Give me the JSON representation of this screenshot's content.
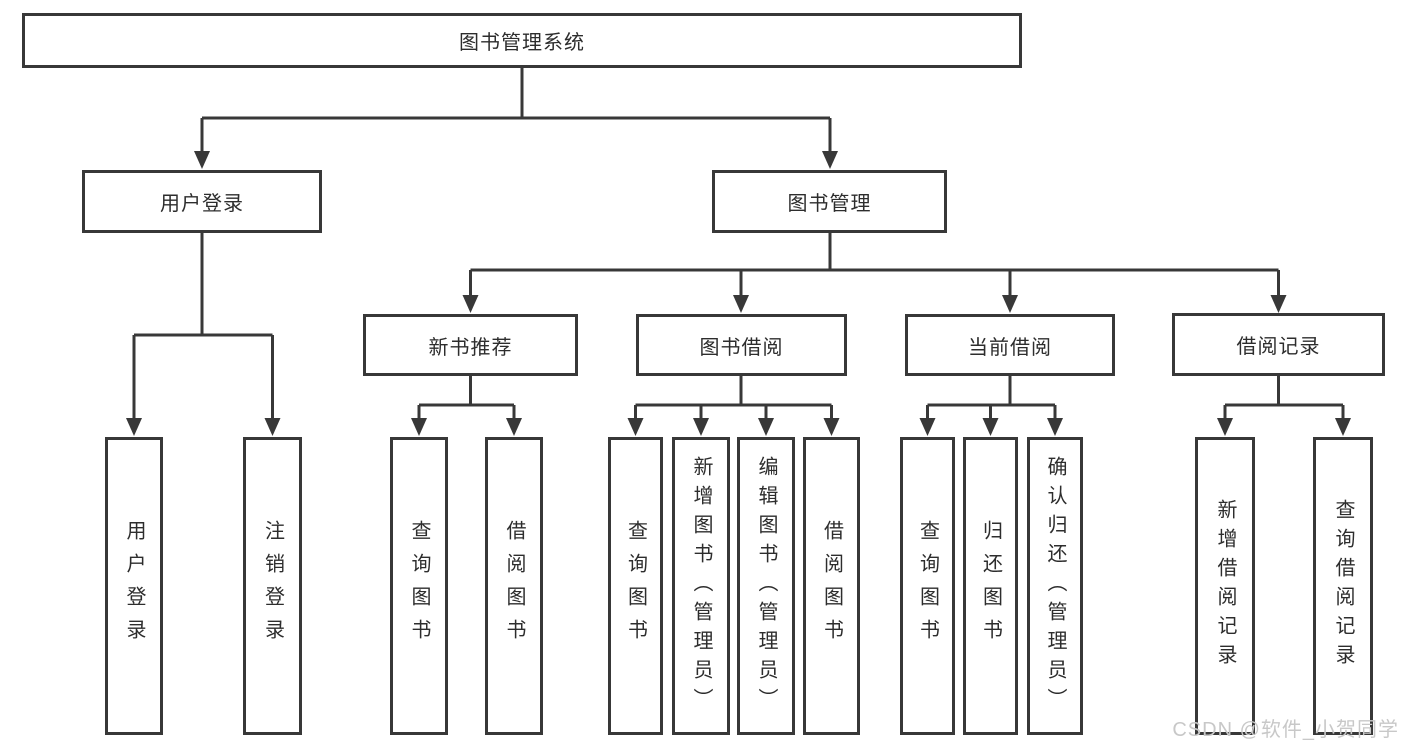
{
  "title": "图书管理系统",
  "colors": {
    "line": "#383838",
    "border": "#383838",
    "text": "#2d2d2d",
    "box_background": "#ffffff",
    "watermark": "#c8c8c8",
    "background": "#ffffff"
  },
  "watermark": "CSDN @软件_小贺同学",
  "tree": {
    "label": "图书管理系统",
    "children": [
      {
        "label": "用户登录",
        "children": [
          {
            "label": "用户登录"
          },
          {
            "label": "注销登录"
          }
        ]
      },
      {
        "label": "图书管理",
        "children": [
          {
            "label": "新书推荐",
            "children": [
              {
                "label": "查询图书"
              },
              {
                "label": "借阅图书"
              }
            ]
          },
          {
            "label": "图书借阅",
            "children": [
              {
                "label": "查询图书"
              },
              {
                "label": "新增图书（管理员）"
              },
              {
                "label": "编辑图书（管理员）"
              },
              {
                "label": "借阅图书"
              }
            ]
          },
          {
            "label": "当前借阅",
            "children": [
              {
                "label": "查询图书"
              },
              {
                "label": "归还图书"
              },
              {
                "label": "确认归还（管理员）"
              }
            ]
          },
          {
            "label": "借阅记录",
            "children": [
              {
                "label": "新增借阅记录"
              },
              {
                "label": "查询借阅记录"
              }
            ]
          }
        ]
      }
    ]
  }
}
